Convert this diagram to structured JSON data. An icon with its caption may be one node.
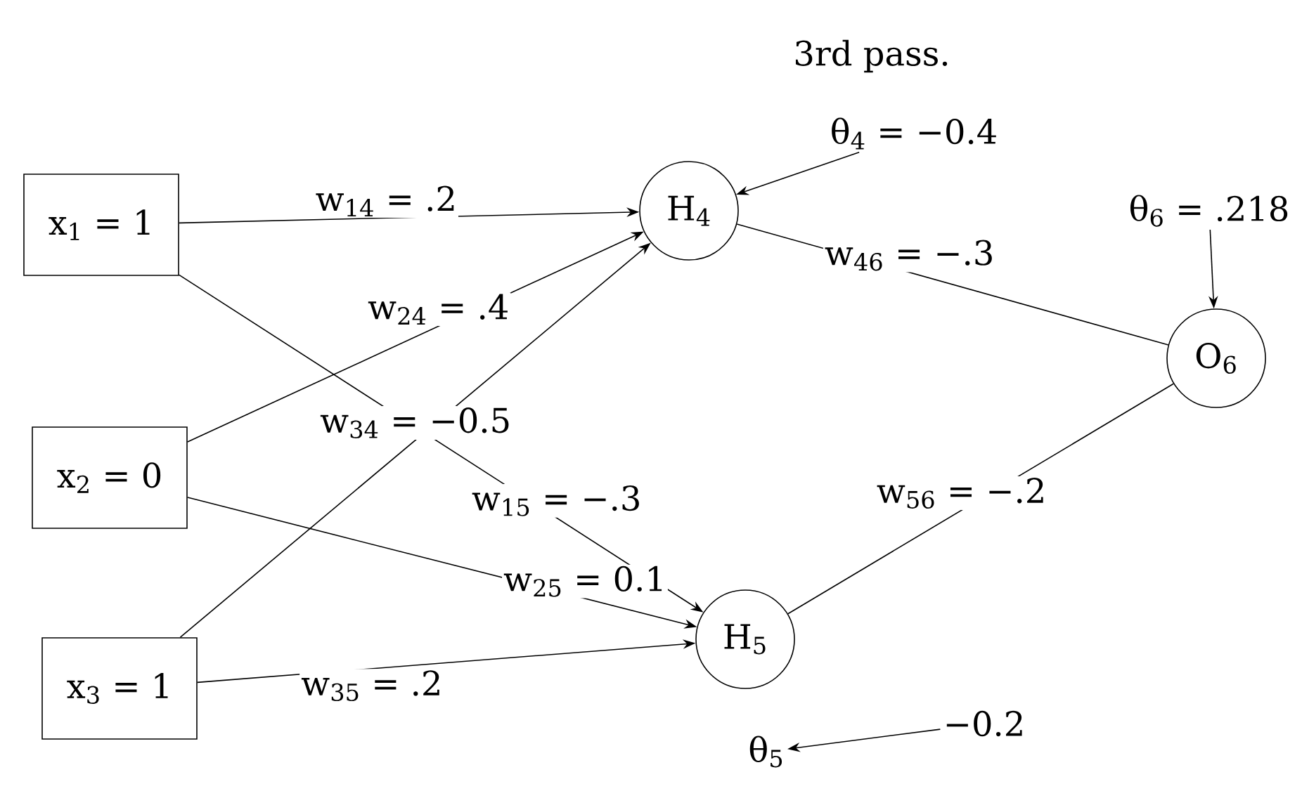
{
  "diagram": {
    "title": "3rd pass.",
    "nodes": [
      {
        "text": [
          "x$_{1}$ = 1"
        ]
      },
      {
        "text": [
          "x$_{2}$ = 0"
        ]
      },
      {
        "text": [
          "x$_{3}$ = 1"
        ]
      },
      {
        "text": [
          "H$_{4}$"
        ]
      },
      {
        "text": [
          "H$_{5}$"
        ]
      },
      {
        "text": [
          "O$_{6}$"
        ]
      },
      {
        "text": [
          "θ$_{4}$ = −0.4"
        ]
      },
      {
        "text": [
          "θ$_{6}$ = .218"
        ]
      },
      {
        "text": [
          "θ$_{5}$"
        ]
      },
      {
        "text": [
          "−0.2"
        ]
      }
    ],
    "edges": [
      {
        "from": 0,
        "to": 3,
        "arrow": "to",
        "label": "w$_{14}$ = .2"
      },
      {
        "from": 1,
        "to": 3,
        "arrow": "to",
        "label": "w$_{24}$ = .4"
      },
      {
        "from": 2,
        "to": 3,
        "arrow": "to",
        "label": "w$_{34}$ = −0.5"
      },
      {
        "from": 0,
        "to": 4,
        "arrow": "to",
        "label": "w$_{15}$ = −.3"
      },
      {
        "from": 1,
        "to": 4,
        "arrow": "to",
        "label": "w$_{25}$ = 0.1"
      },
      {
        "from": 2,
        "to": 4,
        "arrow": "to",
        "label": "w$_{35}$ = .2"
      },
      {
        "from": 3,
        "to": 5,
        "arrow": "none",
        "label": "w$_{46}$ = −.3"
      },
      {
        "from": 4,
        "to": 5,
        "arrow": "none",
        "label": "w$_{56}$ = −.2"
      },
      {
        "from": 6,
        "to": 3,
        "arrow": "to"
      },
      {
        "from": 7,
        "to": 5,
        "arrow": "to"
      },
      {
        "from": 9,
        "to": 8,
        "arrow": "to"
      }
    ]
  }
}
